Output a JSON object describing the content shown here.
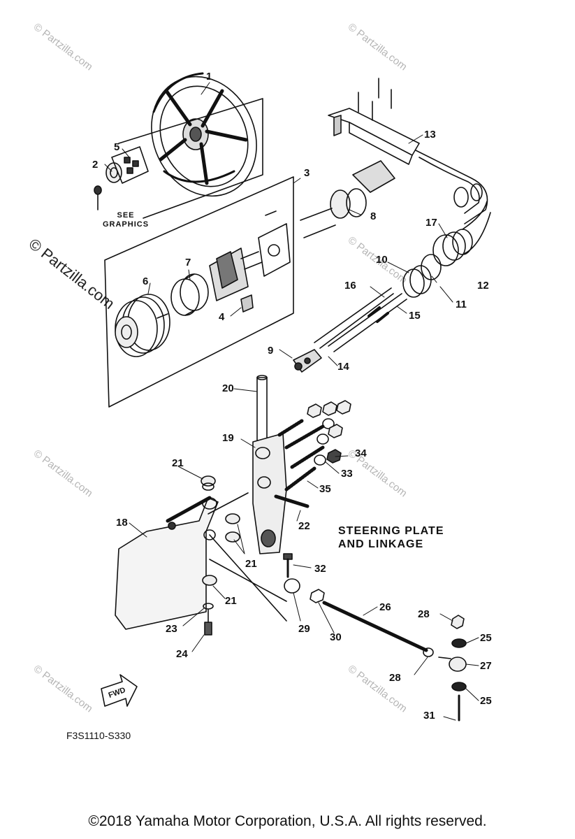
{
  "diagram": {
    "section_title_line1": "STEERING PLATE",
    "section_title_line2": "AND LINKAGE",
    "see_graphics_line1": "SEE",
    "see_graphics_line2": "GRAPHICS",
    "fwd_label": "FWD",
    "figure_code": "F3S1110-S330",
    "copyright": "©2018  Yamaha Motor Corporation, U.S.A. All rights reserved.",
    "watermark": "© Partzilla.com",
    "callouts": [
      "1",
      "2",
      "3",
      "4",
      "5",
      "6",
      "7",
      "8",
      "9",
      "10",
      "11",
      "12",
      "13",
      "14",
      "15",
      "16",
      "17",
      "18",
      "19",
      "20",
      "21",
      "21",
      "21",
      "21",
      "22",
      "23",
      "24",
      "25",
      "25",
      "26",
      "27",
      "28",
      "28",
      "29",
      "30",
      "31",
      "32",
      "33",
      "34",
      "35"
    ]
  }
}
